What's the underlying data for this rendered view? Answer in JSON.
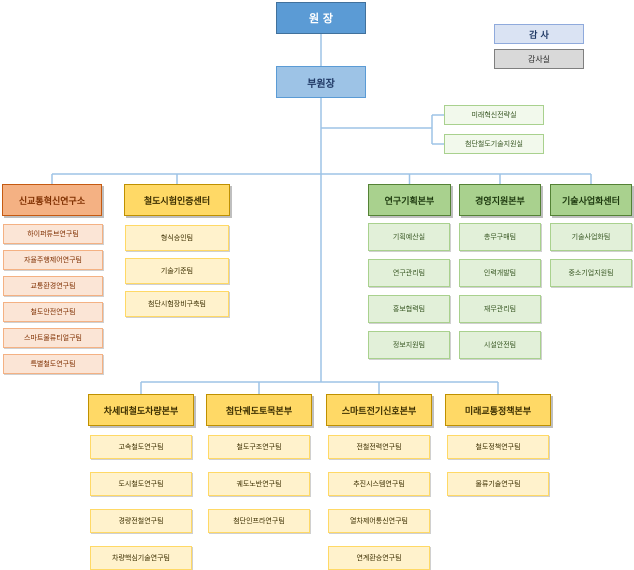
{
  "president": "원 장",
  "vice_president": "부원장",
  "audit": {
    "auditor": "감 사",
    "audit_office": "감사실"
  },
  "staff_offices": [
    "미래혁신전략실",
    "첨단철도기술지원실"
  ],
  "units": [
    {
      "name": "신교통혁신연구소",
      "color": "orange",
      "teams": [
        "하이퍼튜브연구팀",
        "자율주행제어연구팀",
        "교통환경연구팀",
        "철도안전연구팀",
        "스마트물류티얼구팀",
        "특별철도연구팀"
      ]
    },
    {
      "name": "철도시험인증센터",
      "color": "yellow",
      "teams": [
        "형식승인팀",
        "기술기준팀",
        "첨단시험장비구축팀"
      ]
    },
    {
      "name": "연구기획본부",
      "color": "green",
      "teams": [
        "기획예산실",
        "연구관리팀",
        "홍보협력팀",
        "정보지원팀"
      ]
    },
    {
      "name": "경영지원본부",
      "color": "green",
      "teams": [
        "총무구매팀",
        "인력개발팀",
        "재무관리팀",
        "시설안전팀"
      ]
    },
    {
      "name": "기술사업화센터",
      "color": "green",
      "teams": [
        "기술사업화팀",
        "중소기업지원팀"
      ]
    },
    {
      "name": "차세대철도차량본부",
      "color": "yellow",
      "teams": [
        "고속철도연구팀",
        "도시철도연구팀",
        "경량전철연구팀",
        "차량핵심기술연구팀"
      ]
    },
    {
      "name": "첨단궤도토목본부",
      "color": "yellow",
      "teams": [
        "철도구조연구팀",
        "궤도노반연구팀",
        "첨단인프라연구팀"
      ]
    },
    {
      "name": "스마트전기신호본부",
      "color": "yellow",
      "teams": [
        "전철전력연구팀",
        "추진시스템연구팀",
        "열차제어통신연구팀",
        "연계환승연구팀"
      ]
    },
    {
      "name": "미래교통정책본부",
      "color": "yellow",
      "teams": [
        "철도정책연구팀",
        "물류기술연구팀"
      ]
    }
  ]
}
